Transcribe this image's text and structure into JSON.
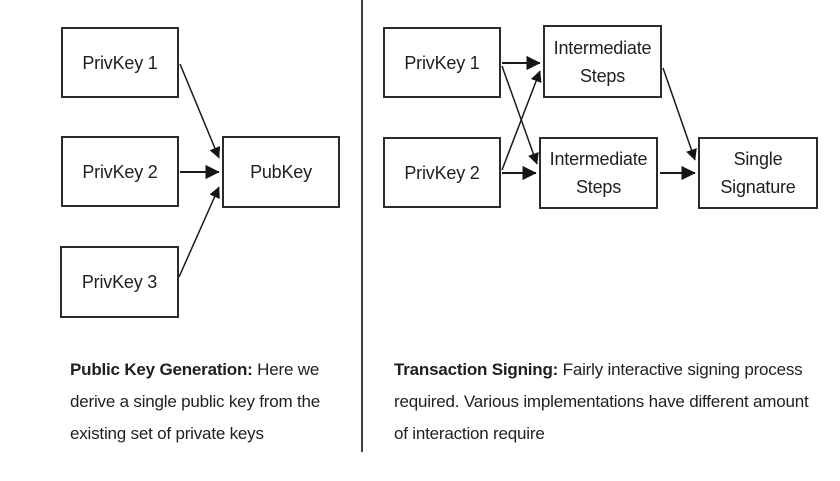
{
  "left_diagram": {
    "nodes": {
      "privkey1": "PrivKey 1",
      "privkey2": "PrivKey 2",
      "privkey3": "PrivKey 3",
      "pubkey": "PubKey"
    },
    "caption": {
      "title": "Public Key Generation:",
      "line1_rest": " Here we",
      "line2": "derive a single public key from the",
      "line3": "existing set of private keys"
    }
  },
  "right_diagram": {
    "nodes": {
      "privkey1": "PrivKey 1",
      "privkey2": "PrivKey 2",
      "intermediate_top": "Intermediate Steps",
      "intermediate_bottom": "Intermediate Steps",
      "single_signature": "Single Signature"
    },
    "caption": {
      "title": "Transaction Signing:",
      "line1_rest": " Fairly interactive signing process",
      "line2": "required. Various implementations have different amount",
      "line3": "of interaction require"
    }
  },
  "colors": {
    "background": "#ffffff",
    "box_border": "#2b2b2b",
    "text": "#1f1f1f",
    "arrow": "#1a1a1a",
    "divider": "#3f3f3f"
  }
}
